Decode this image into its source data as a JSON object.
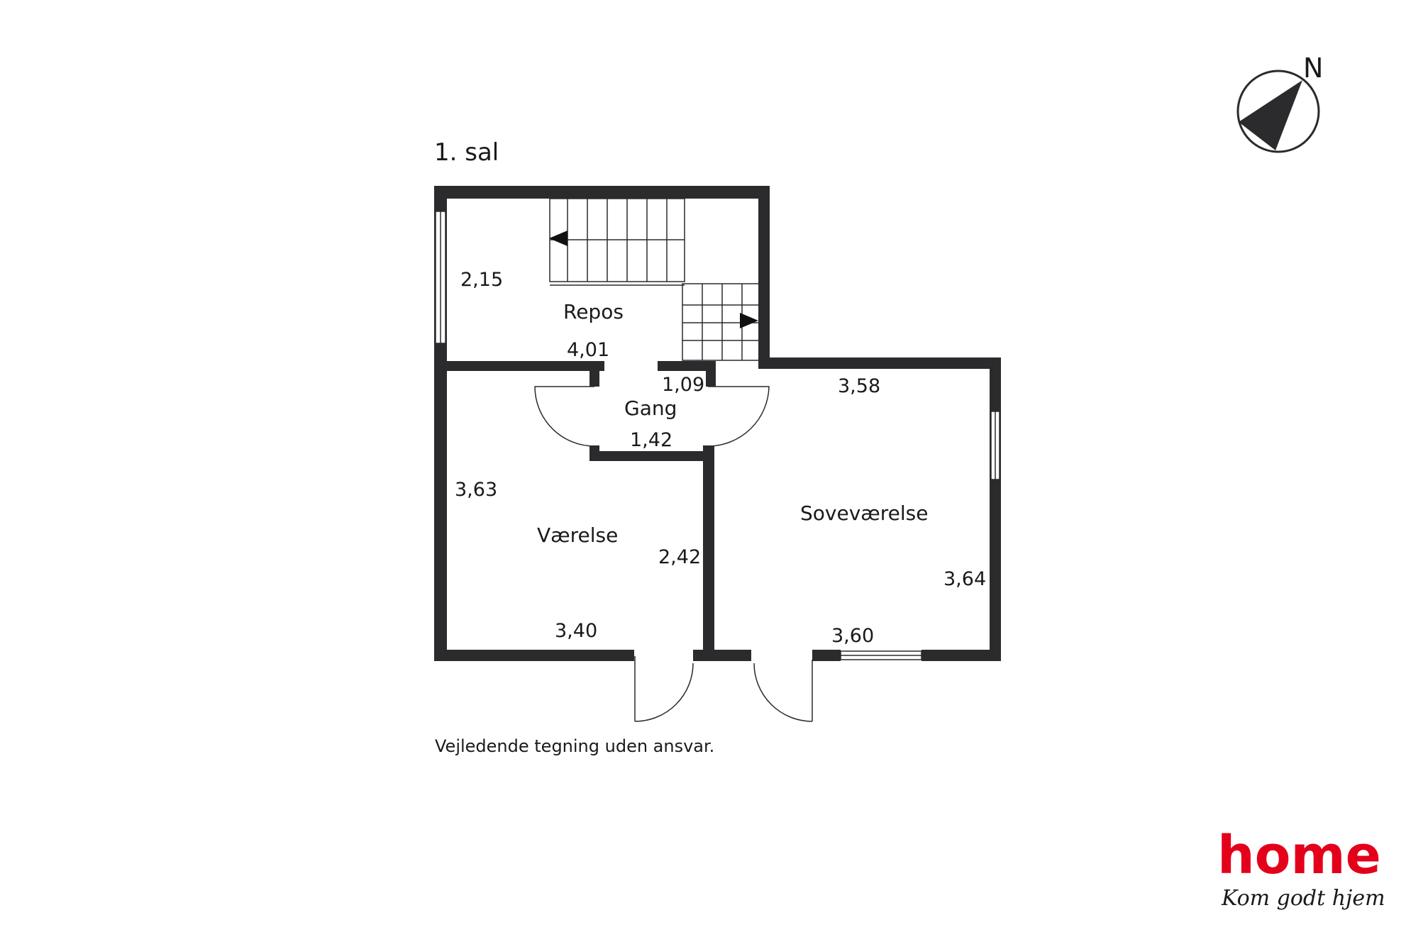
{
  "plan": {
    "floor_label": "1. sal",
    "disclaimer": "Vejledende tegning uden ansvar.",
    "north_label": "N",
    "wall_color": "#2b2b2d",
    "rooms": {
      "repos": "Repos",
      "gang": "Gang",
      "vaerelse": "Værelse",
      "sovevaerelse": "Soveværelse"
    },
    "dimensions": {
      "repos_height": "2,15",
      "repos_width": "4,01",
      "gang_width": "1,09",
      "gang_depth": "1,42",
      "vaerelse_height": "3,63",
      "vaerelse_depth": "2,42",
      "vaerelse_width": "3,40",
      "sove_width_top": "3,58",
      "sove_height": "3,64",
      "sove_width_bottom": "3,60"
    }
  },
  "brand": {
    "logo_text": "home",
    "tagline": "Kom godt hjem",
    "color": "#e4001b"
  }
}
